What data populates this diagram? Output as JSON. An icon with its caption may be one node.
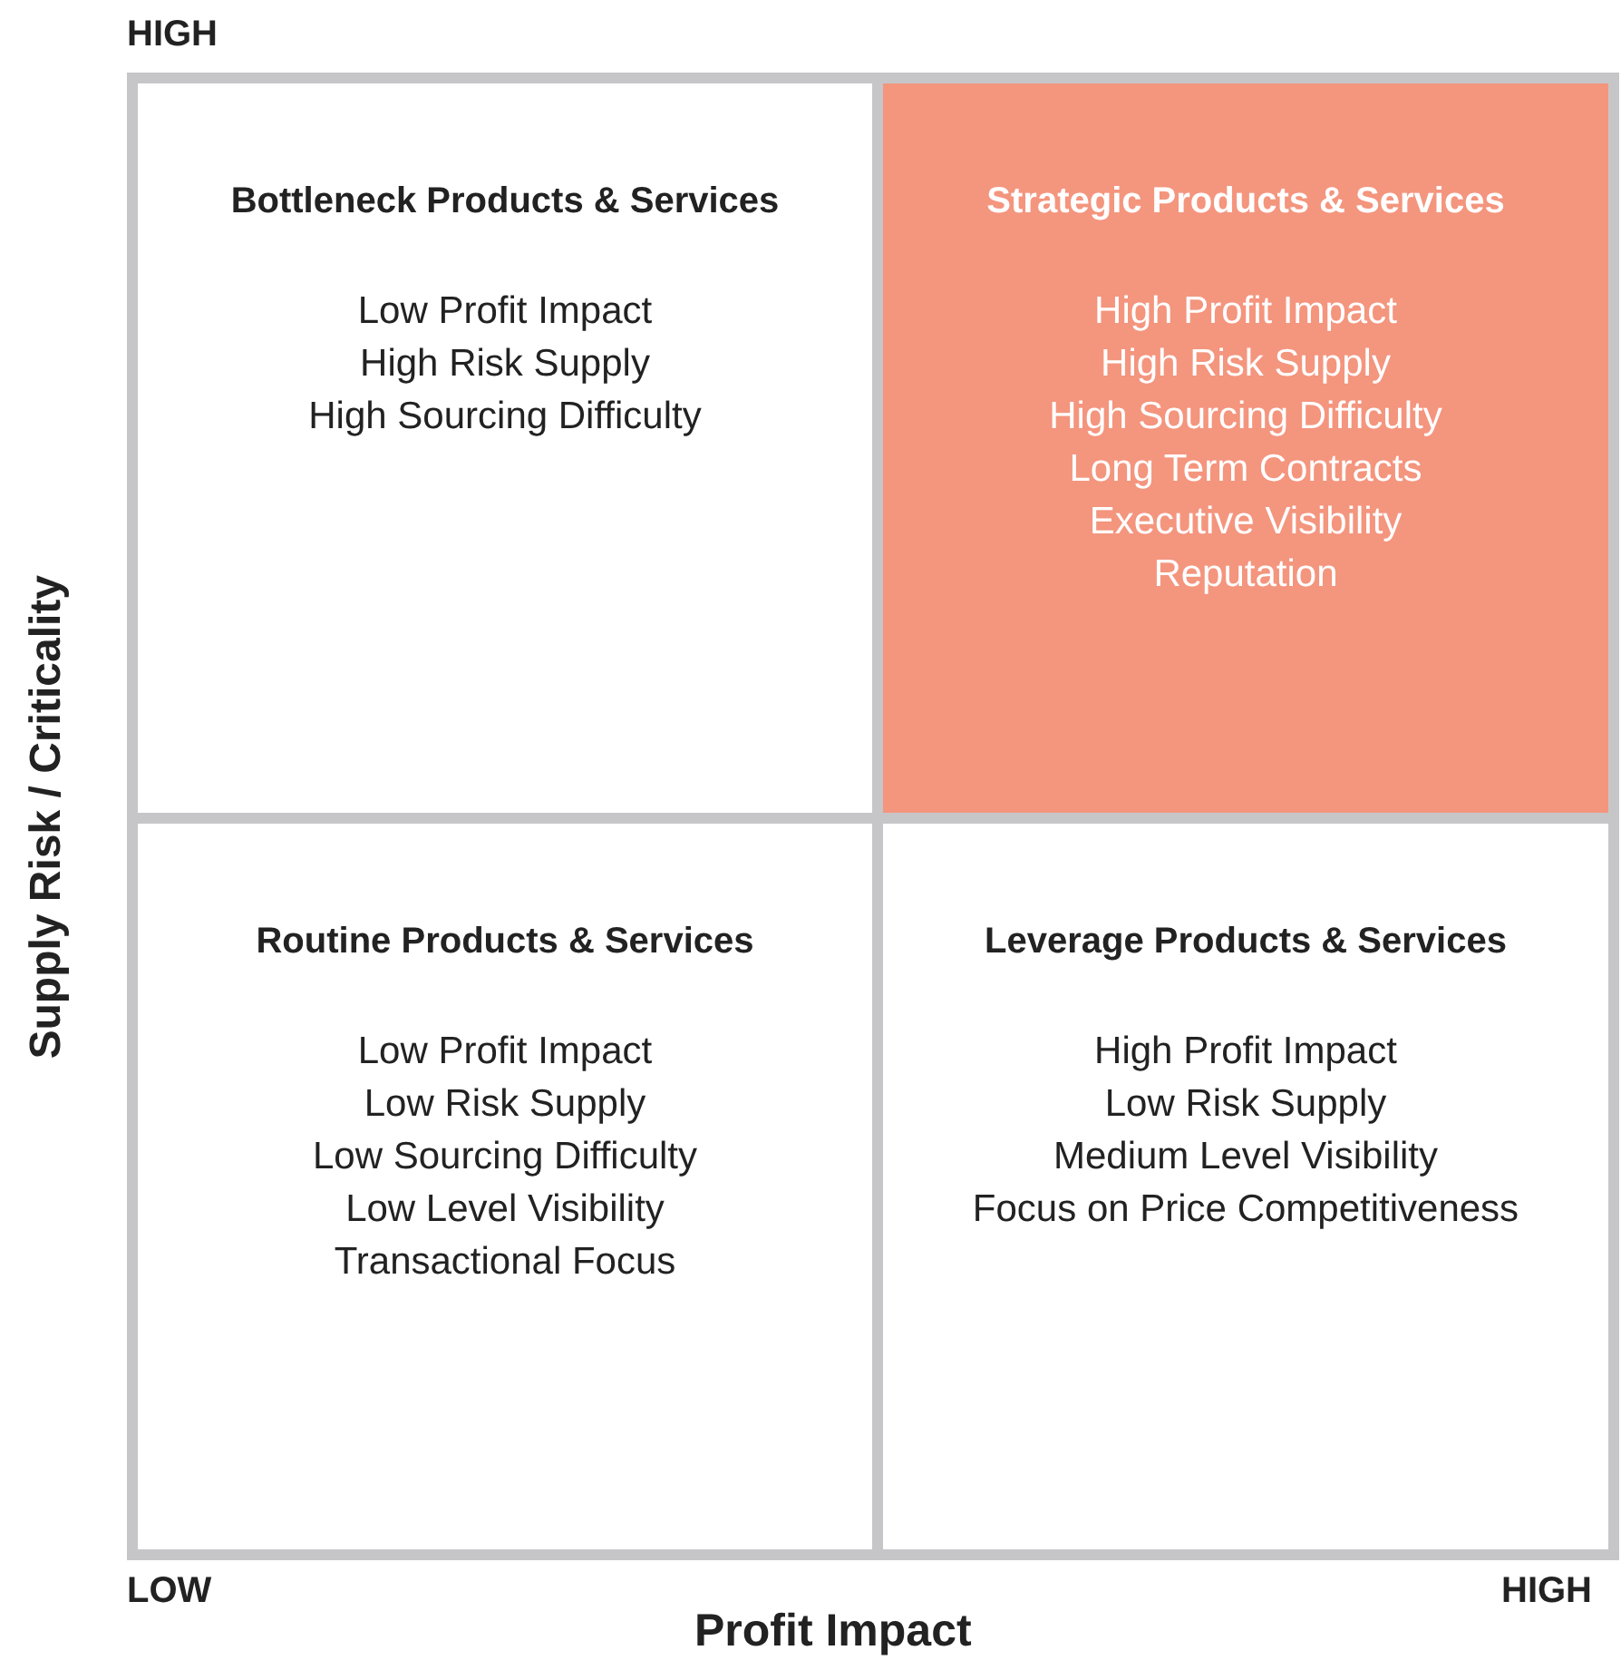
{
  "diagram": {
    "nodes": [
      {
        "text": [
          "Bottleneck Products & Services",
          "Low Profit Impact",
          "High Risk Supply",
          "High Sourcing Difficulty"
        ]
      },
      {
        "text": [
          "Strategic Products & Services",
          "High Profit Impact",
          "High Risk Supply",
          "High Sourcing Difficulty",
          "Long Term Contracts",
          "Executive Visibility",
          "Reputation"
        ]
      },
      {
        "text": [
          "Routine Products & Services",
          "Low Profit Impact",
          "Low Risk Supply",
          "Low Sourcing Difficulty",
          "Low Level Visibility",
          "Transactional Focus"
        ]
      },
      {
        "text": [
          "Leverage Products & Services",
          "High Profit Impact",
          "Low Risk Supply",
          "Medium Level Visibility",
          "Focus on Price Competitiveness"
        ]
      }
    ],
    "edges": [],
    "labels": [
      "HIGH",
      "Supply Risk / Criticality",
      "LOW",
      "HIGH",
      "Profit Impact"
    ]
  }
}
